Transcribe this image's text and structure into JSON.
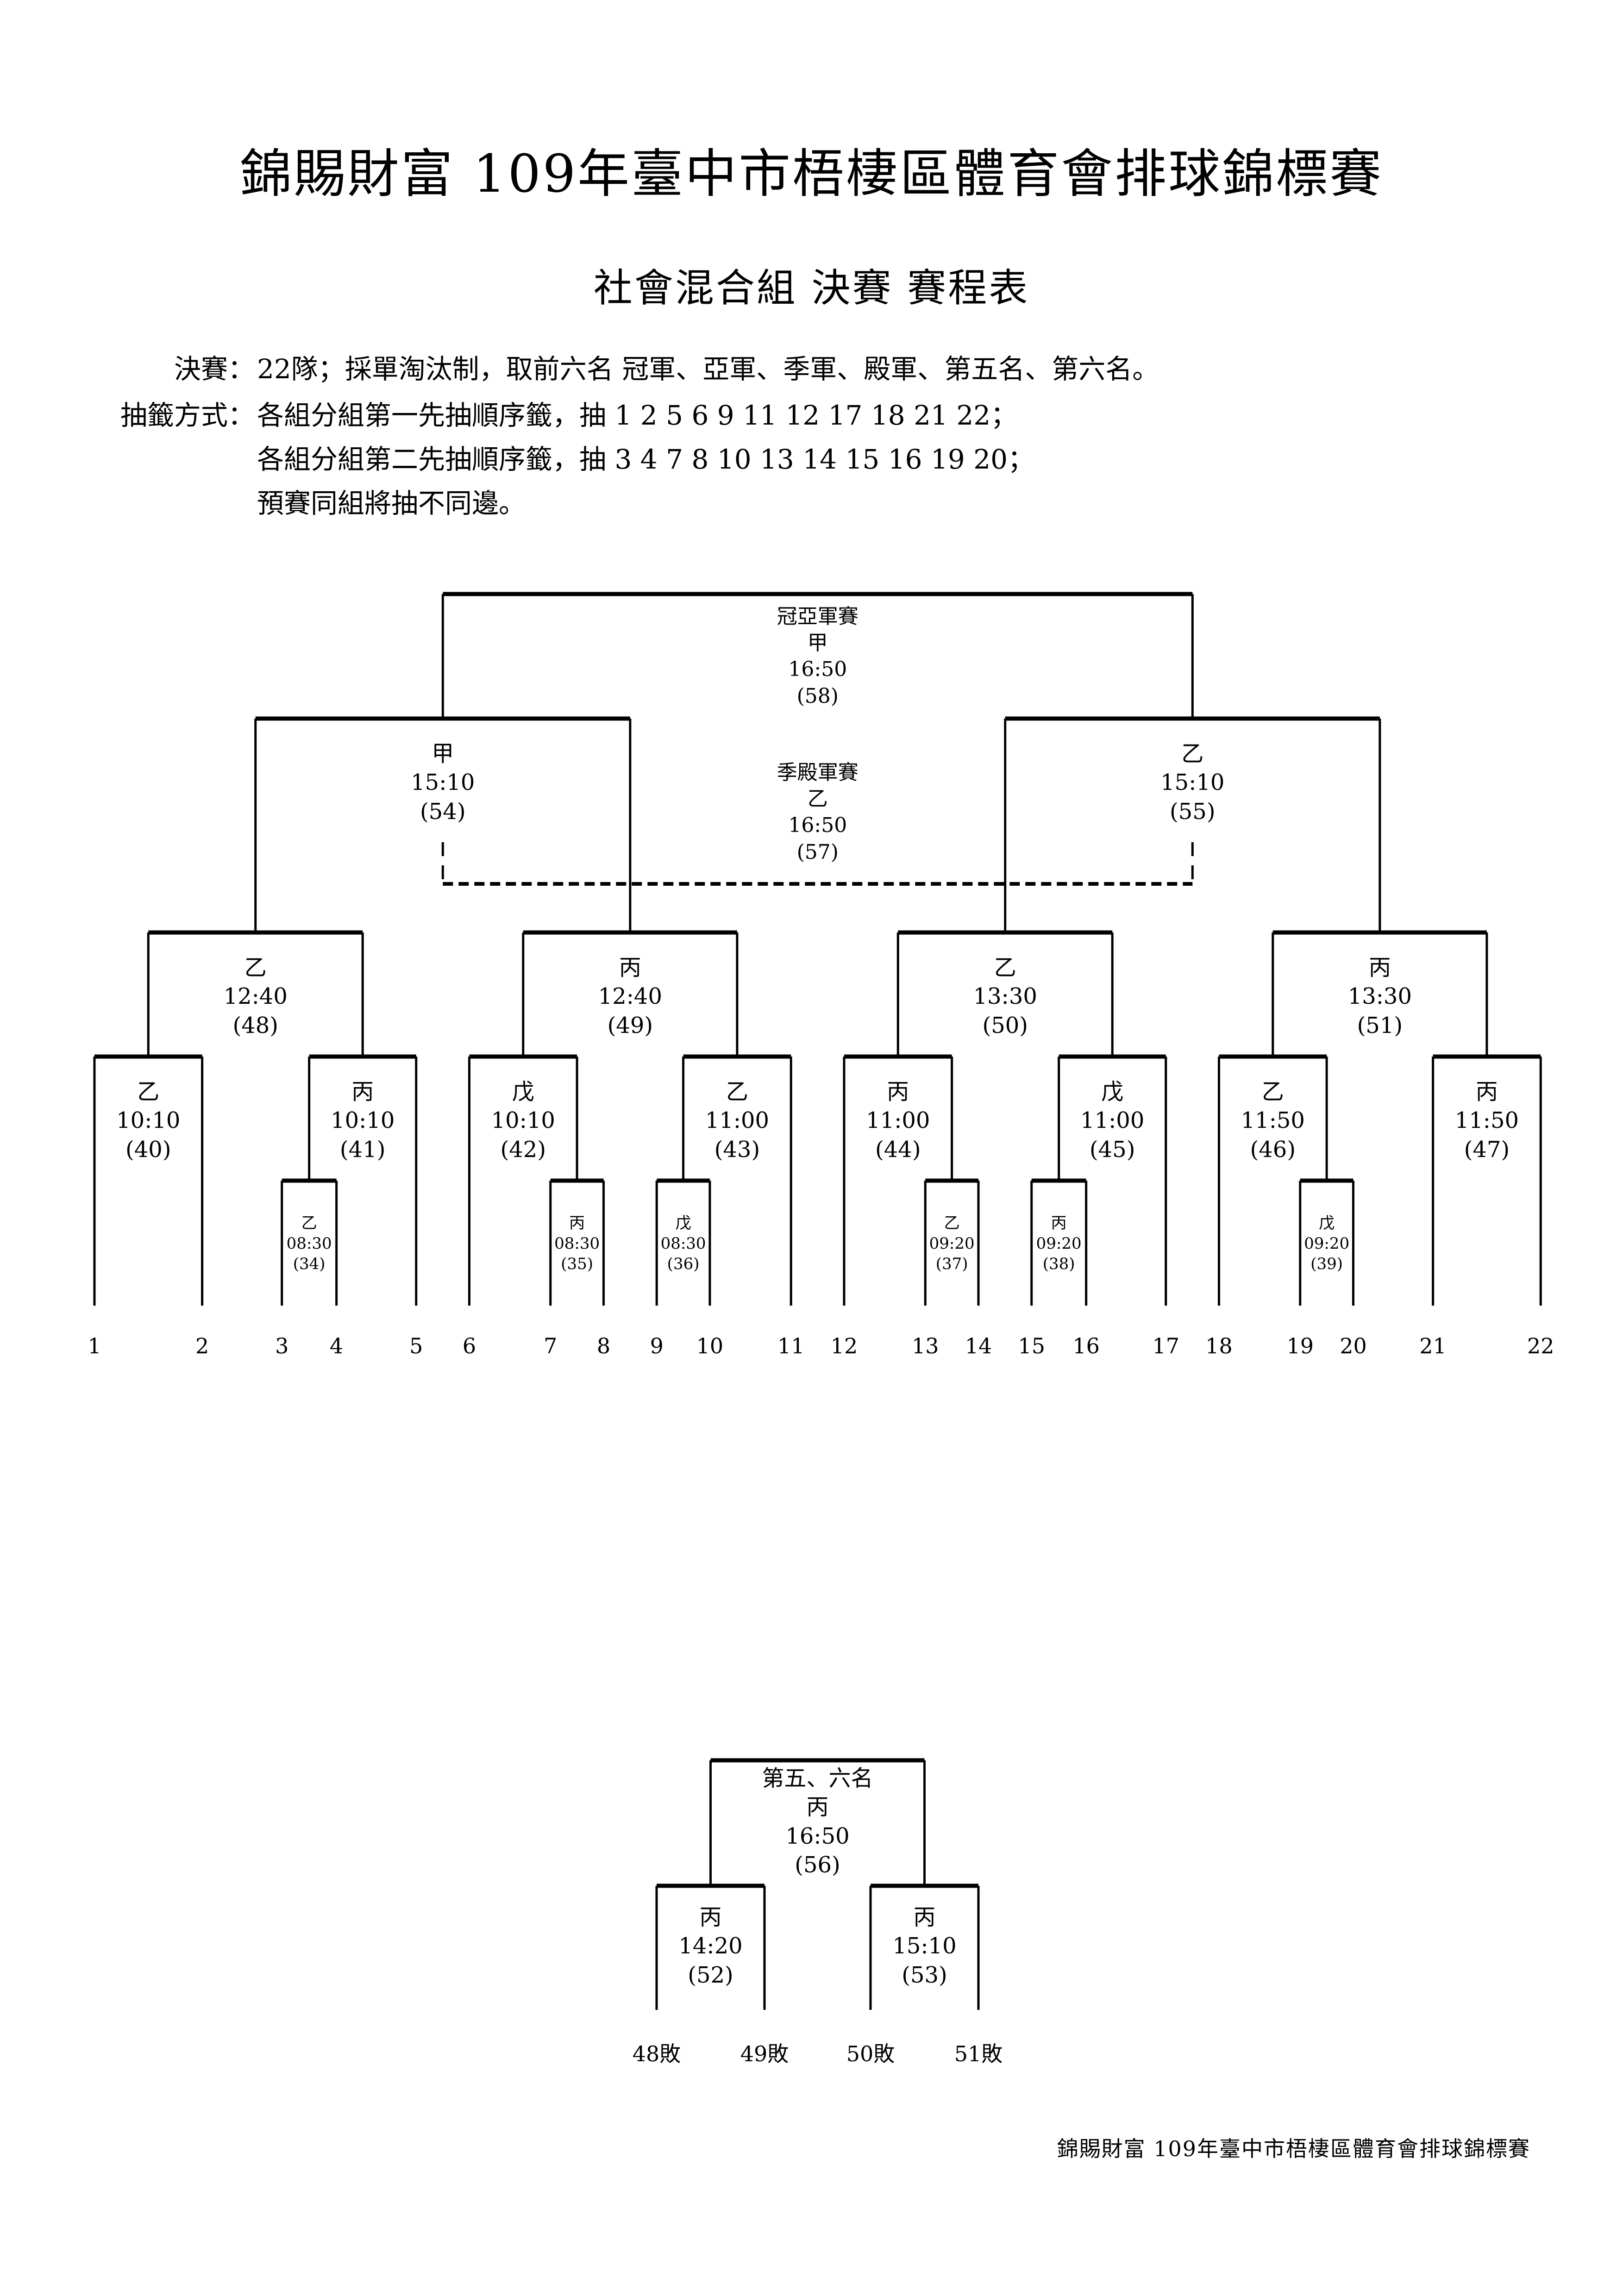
{
  "document": {
    "title": "錦賜財富 109年臺中市梧棲區體育會排球錦標賽",
    "subtitle": "社會混合組 決賽 賽程表",
    "rules": [
      {
        "label": "決賽：",
        "text": "22隊；採單淘汰制，取前六名 冠軍、亞軍、季軍、殿軍、第五名、第六名。"
      },
      {
        "label": "抽籤方式：",
        "text": "各組分組第一先抽順序籤，抽 1 2 5 6 9 11 12 17 18 21 22；"
      },
      {
        "label": "",
        "text": "各組分組第二先抽順序籤，抽 3 4 7 8 10 13 14 15 16 19 20；"
      },
      {
        "label": "",
        "text": "預賽同組將抽不同邊。"
      }
    ],
    "footer": "錦賜財富 109年臺中市梧棲區體育會排球錦標賽"
  },
  "bracket": {
    "leaves": [
      "1",
      "2",
      "3",
      "4",
      "5",
      "6",
      "7",
      "8",
      "9",
      "10",
      "11",
      "12",
      "13",
      "14",
      "15",
      "16",
      "17",
      "18",
      "19",
      "20",
      "21",
      "22"
    ],
    "matches": [
      {
        "id": "34",
        "court": "乙",
        "time": "08:30",
        "label": "(34)"
      },
      {
        "id": "35",
        "court": "丙",
        "time": "08:30",
        "label": "(35)"
      },
      {
        "id": "36",
        "court": "戊",
        "time": "08:30",
        "label": "(36)"
      },
      {
        "id": "37",
        "court": "乙",
        "time": "09:20",
        "label": "(37)"
      },
      {
        "id": "38",
        "court": "丙",
        "time": "09:20",
        "label": "(38)"
      },
      {
        "id": "39",
        "court": "戊",
        "time": "09:20",
        "label": "(39)"
      },
      {
        "id": "40",
        "court": "乙",
        "time": "10:10",
        "label": "(40)"
      },
      {
        "id": "41",
        "court": "丙",
        "time": "10:10",
        "label": "(41)"
      },
      {
        "id": "42",
        "court": "戊",
        "time": "10:10",
        "label": "(42)"
      },
      {
        "id": "43",
        "court": "乙",
        "time": "11:00",
        "label": "(43)"
      },
      {
        "id": "44",
        "court": "丙",
        "time": "11:00",
        "label": "(44)"
      },
      {
        "id": "45",
        "court": "戊",
        "time": "11:00",
        "label": "(45)"
      },
      {
        "id": "46",
        "court": "乙",
        "time": "11:50",
        "label": "(46)"
      },
      {
        "id": "47",
        "court": "丙",
        "time": "11:50",
        "label": "(47)"
      },
      {
        "id": "48",
        "court": "乙",
        "time": "12:40",
        "label": "(48)"
      },
      {
        "id": "49",
        "court": "丙",
        "time": "12:40",
        "label": "(49)"
      },
      {
        "id": "50",
        "court": "乙",
        "time": "13:30",
        "label": "(50)"
      },
      {
        "id": "51",
        "court": "丙",
        "time": "13:30",
        "label": "(51)"
      },
      {
        "id": "54",
        "court": "甲",
        "time": "15:10",
        "label": "(54)"
      },
      {
        "id": "55",
        "court": "乙",
        "time": "15:10",
        "label": "(55)"
      },
      {
        "id": "57",
        "title": "季殿軍賽",
        "court": "乙",
        "time": "16:50",
        "label": "(57)"
      },
      {
        "id": "58",
        "title": "冠亞軍賽",
        "court": "甲",
        "time": "16:50",
        "label": "(58)"
      }
    ],
    "placement": {
      "matches": [
        {
          "id": "52",
          "court": "丙",
          "time": "14:20",
          "label": "(52)"
        },
        {
          "id": "53",
          "court": "丙",
          "time": "15:10",
          "label": "(53)"
        },
        {
          "id": "56",
          "title": "第五、六名",
          "court": "丙",
          "time": "16:50",
          "label": "(56)"
        }
      ],
      "entrants": [
        "48敗",
        "49敗",
        "50敗",
        "51敗"
      ]
    }
  }
}
